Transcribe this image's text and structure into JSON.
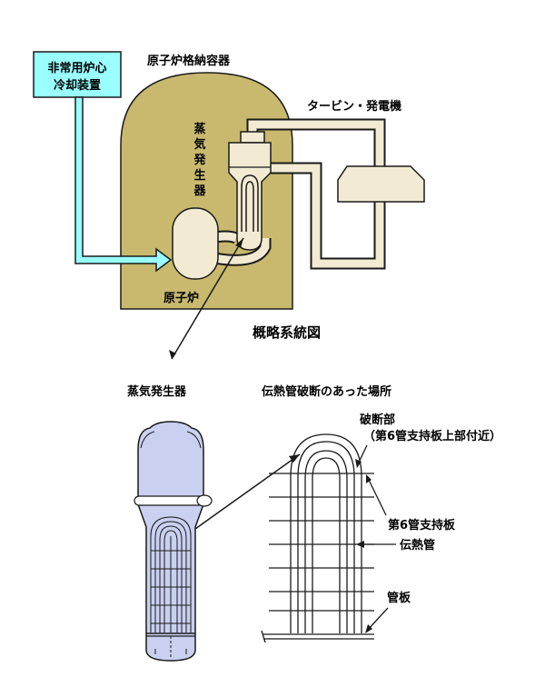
{
  "labels": {
    "eccs_line1": "非常用炉心",
    "eccs_line2": "冷却装置",
    "containment": "原子炉格納容器",
    "turbine": "タービン・発電機",
    "sg_vertical": [
      "蒸",
      "気",
      "発",
      "生",
      "器"
    ],
    "reactor": "原子炉",
    "overview": "概略系統図",
    "sg_detail": "蒸気発生器",
    "rupture_location": "伝熱管破断のあった場所",
    "rupture_part": "破断部",
    "rupture_part_note": "（第6管支持板上部付近）",
    "support_plate": "第6管支持板",
    "heat_tube": "伝熱管",
    "tube_sheet": "管板"
  },
  "colors": {
    "containment_fill": "#c8b96e",
    "component_fill": "#f2ead2",
    "eccs_fill": "#99ffff",
    "eccs_arrow": "#99ffff",
    "sg_shell": "#c9d0f0",
    "outline": "#1a1a1a"
  }
}
